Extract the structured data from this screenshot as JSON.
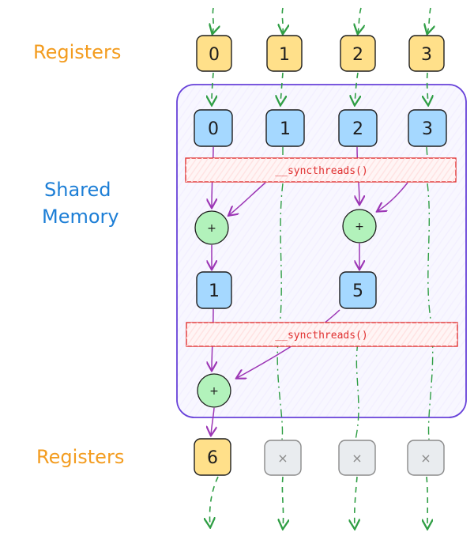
{
  "labels": {
    "registers_top": "Registers",
    "shared_memory_line1": "Shared",
    "shared_memory_line2": "Memory",
    "registers_bottom": "Registers"
  },
  "registers_top": [
    "0",
    "1",
    "2",
    "3"
  ],
  "shared_row1": [
    "0",
    "1",
    "2",
    "3"
  ],
  "sync_label": "__syncthreads()",
  "sync_label_2": "__syncthreads()",
  "add_op": "+",
  "shared_row2": [
    "1",
    "5"
  ],
  "registers_bottom": [
    "6",
    "×",
    "×",
    "×"
  ],
  "colors": {
    "register_fill": "#ffe08a",
    "shared_fill": "#a5d8ff",
    "add_fill": "#b2f2bb",
    "inactive_fill": "#e9ecef",
    "shared_memory_border": "#6741d9",
    "sync_border": "#e03131",
    "arrow_green": "#2f9e44",
    "arrow_purple": "#9c36b5"
  }
}
